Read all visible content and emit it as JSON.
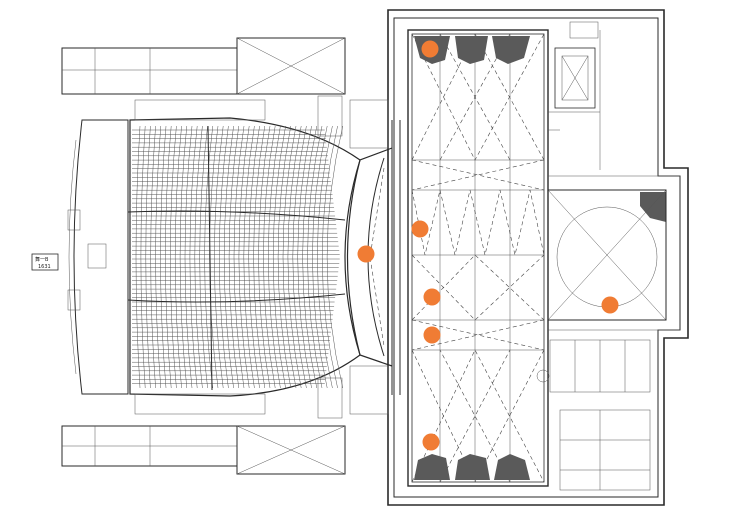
{
  "title": "",
  "labels": {
    "side_sign_top": "舞一B",
    "side_sign_bottom": "1631"
  },
  "colors": {
    "marker": "#F07C34",
    "line": "#2a2a2a",
    "background": "#ffffff"
  },
  "markers": [
    {
      "id": "m1",
      "area": "stage-back"
    },
    {
      "id": "m2",
      "area": "stage-front"
    },
    {
      "id": "m3",
      "area": "stage-side-upper"
    },
    {
      "id": "m4",
      "area": "stage-center"
    },
    {
      "id": "m5",
      "area": "stage-lower"
    },
    {
      "id": "m6",
      "area": "stage-front-edge"
    },
    {
      "id": "m7",
      "area": "turntable"
    }
  ]
}
